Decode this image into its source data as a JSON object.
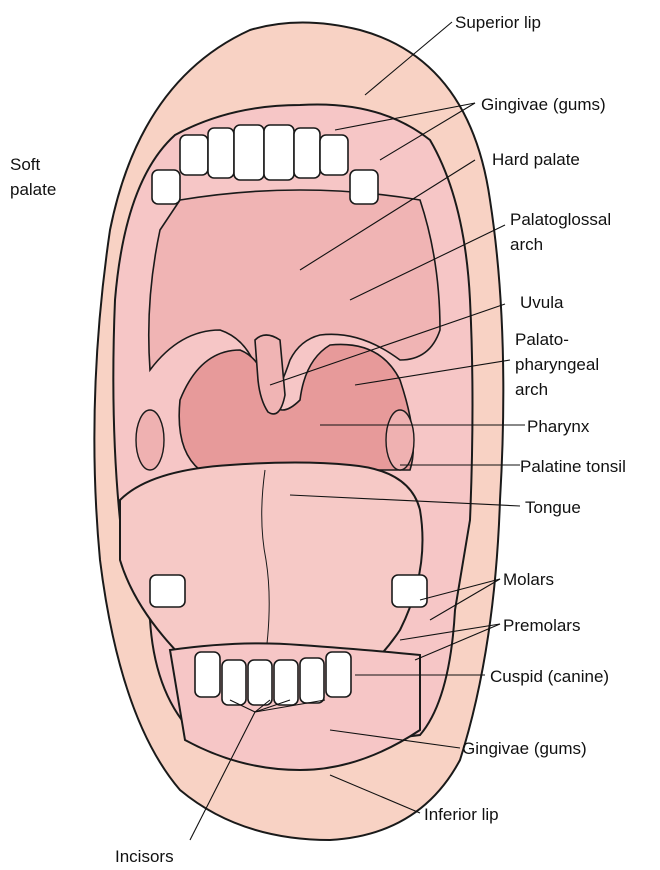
{
  "figure": {
    "colors": {
      "lip": "#f8d2c4",
      "gum": "#f6c6c6",
      "palate": "#f0b4b4",
      "pharynx": "#e79a9a",
      "tongue": "#f6c9c6",
      "tooth": "#ffffff",
      "outline": "#1a1a1a"
    },
    "labels": {
      "superior_lip": "Superior lip",
      "gingivae_upper": "Gingivae (gums)",
      "hard_palate": "Hard palate",
      "soft_palate_1": "Soft",
      "soft_palate_2": "palate",
      "palatoglossal_1": "Palatoglossal",
      "palatoglossal_2": "arch",
      "uvula": "Uvula",
      "palatopharyngeal_1": "Palato-",
      "palatopharyngeal_2": "pharyngeal",
      "palatopharyngeal_3": "arch",
      "pharynx": "Pharynx",
      "palatine_tonsil": "Palatine tonsil",
      "tongue": "Tongue",
      "molars": "Molars",
      "premolars": "Premolars",
      "cuspid": "Cuspid (canine)",
      "gingivae_lower": "Gingivae (gums)",
      "inferior_lip": "Inferior lip",
      "incisors": "Incisors"
    }
  }
}
